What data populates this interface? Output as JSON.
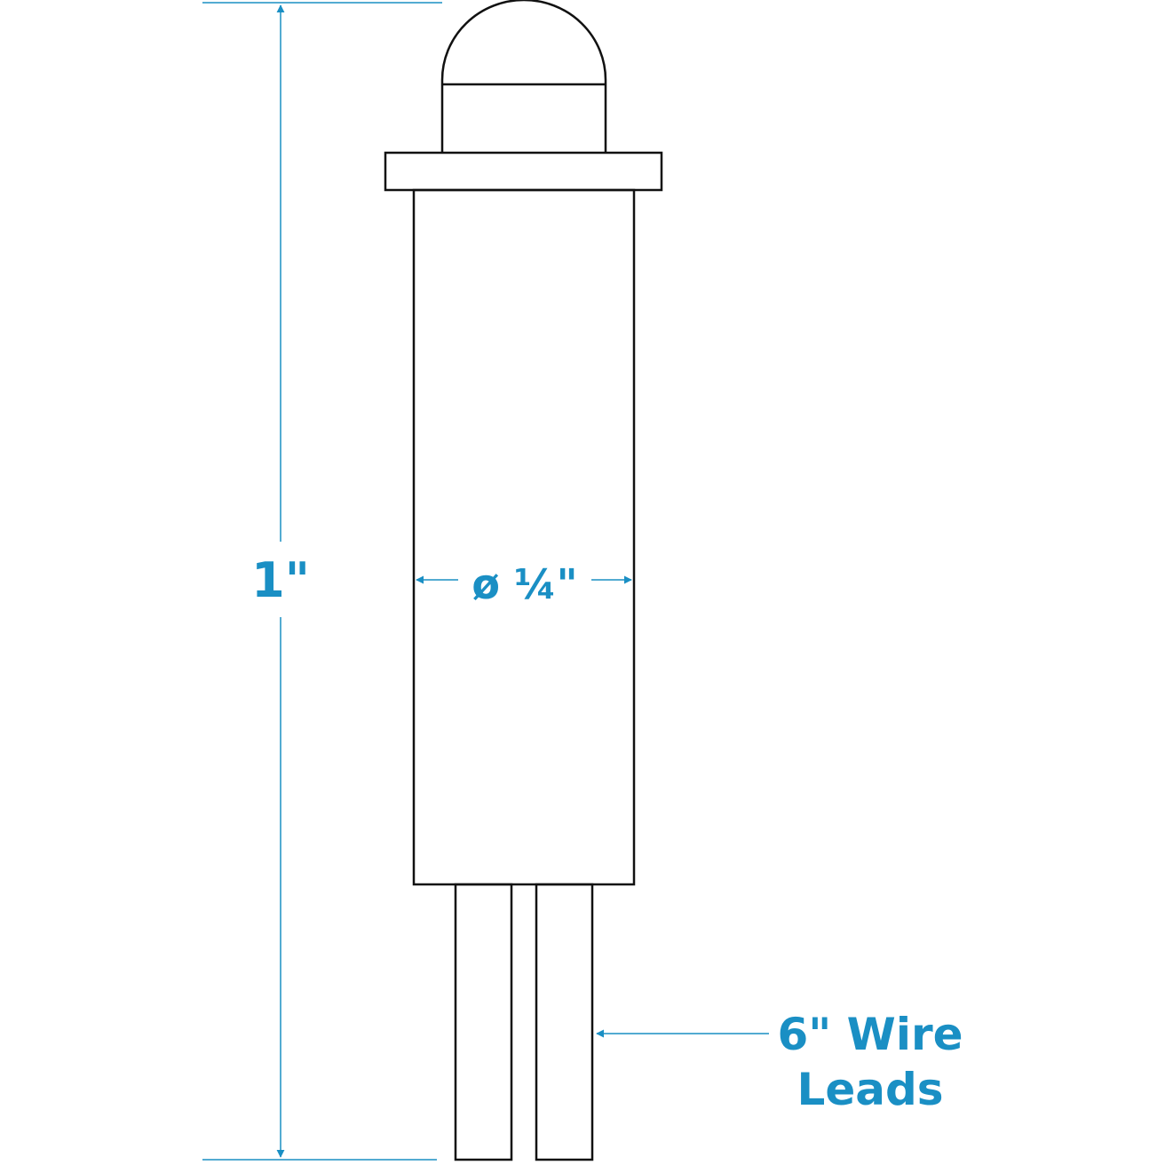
{
  "labels": {
    "height": "1\"",
    "diameter": "ø ¼\"",
    "wire_line1": "6\" Wire",
    "wire_line2": "Leads"
  },
  "colors": {
    "outline": "#111111",
    "dimension": "#1a8fc4",
    "background": "#ffffff"
  }
}
